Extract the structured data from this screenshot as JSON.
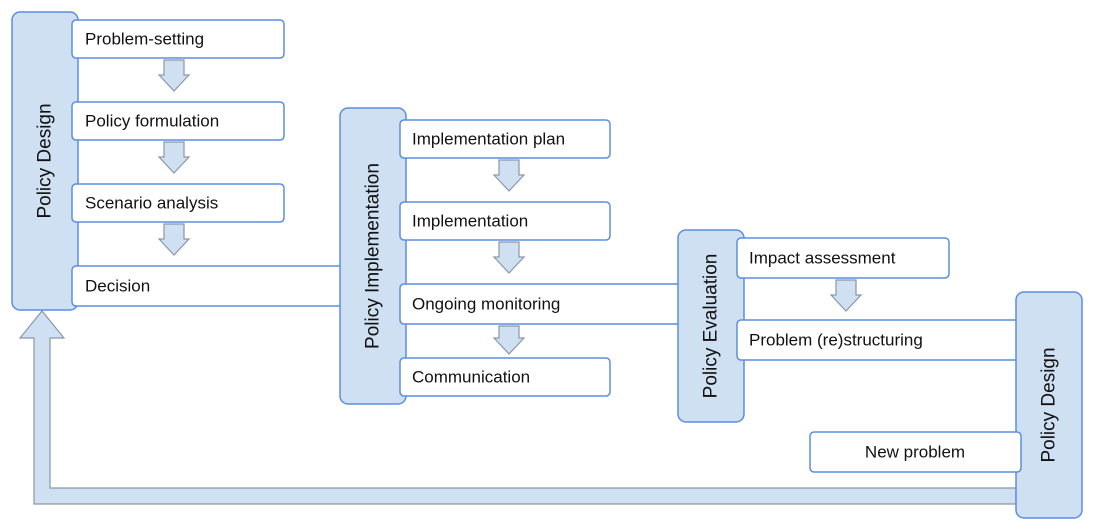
{
  "phases": {
    "design_left": "Policy Design",
    "implementation": "Policy Implementation",
    "evaluation": "Policy Evaluation",
    "design_right": "Policy Design"
  },
  "design_steps": [
    "Problem-setting",
    "Policy formulation",
    "Scenario analysis",
    "Decision"
  ],
  "implementation_steps": [
    "Implementation plan",
    "Implementation",
    "Ongoing monitoring",
    "Communication"
  ],
  "evaluation_steps": [
    "Impact assessment",
    "Problem (re)structuring"
  ],
  "new_problem": "New problem",
  "colors": {
    "phase_fill": "#cfe0f2",
    "border": "#5b8de0",
    "arrow_stroke": "#8a97a6"
  }
}
